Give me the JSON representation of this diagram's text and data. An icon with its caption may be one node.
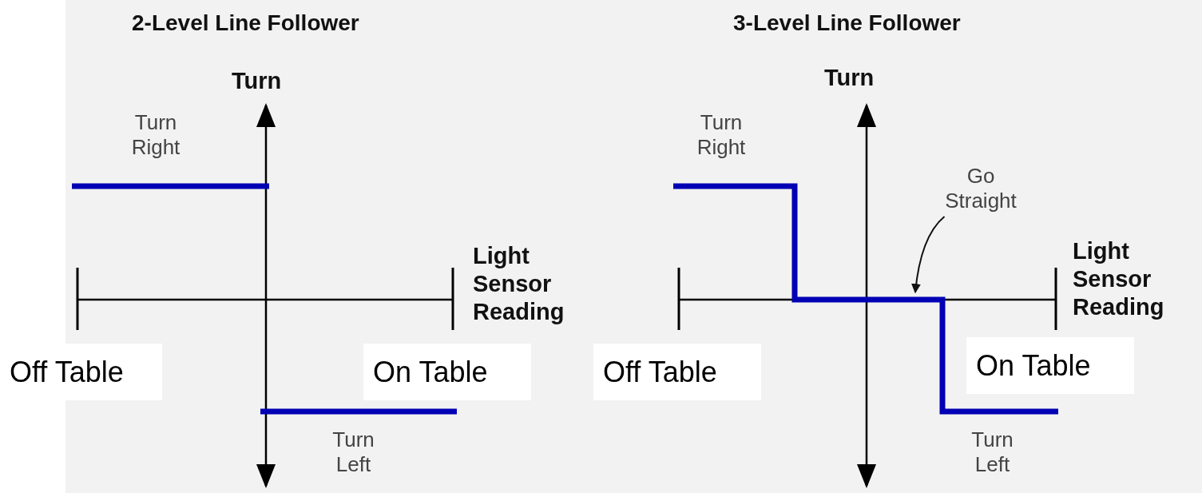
{
  "diagram": {
    "nodes": [
      {
        "text": [
          "Go Straight"
        ]
      },
      {
        "text": [],
        "shape": "line"
      }
    ],
    "edges": [
      {
        "from": 0,
        "to": 1,
        "arrow": "to"
      }
    ],
    "labels": [
      "2-Level Line Follower",
      "Turn",
      "Turn Right",
      "Light Sensor Reading",
      "Off Table",
      "On Table",
      "Turn Left",
      "3-Level Line Follower",
      "Turn",
      "Turn Right",
      "Light Sensor Reading",
      "Off Table",
      "On Table",
      "Turn Left"
    ]
  }
}
